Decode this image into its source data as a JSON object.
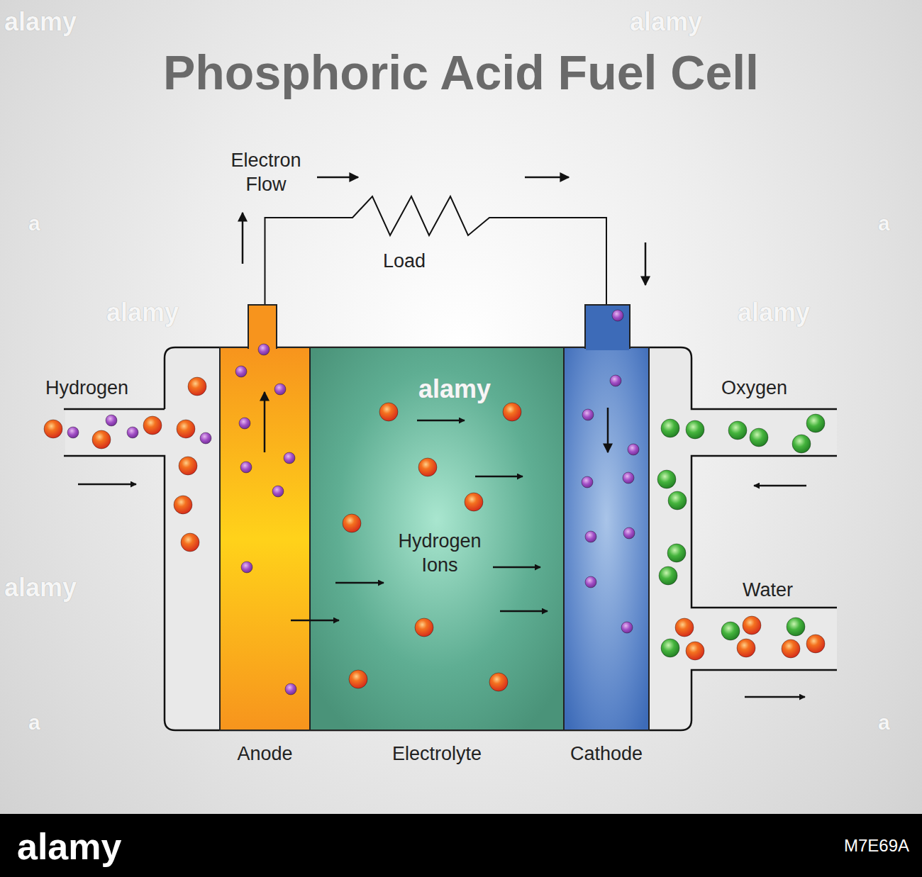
{
  "diagram": {
    "title": "Phosphoric Acid Fuel Cell",
    "nodes": [
      {
        "text": [
          "Anode"
        ]
      },
      {
        "text": [
          "Hydrogen Ions",
          "Electrolyte"
        ]
      },
      {
        "text": [
          "Cathode"
        ]
      }
    ],
    "edges": [
      {
        "from": 0,
        "to": 2,
        "arrow": "none"
      }
    ],
    "labels": [
      "Electron Flow",
      "Load",
      "Hydrogen",
      "Oxygen",
      "Water",
      "alamy",
      "alamy",
      "alamy",
      "alamy",
      "alamy",
      "alamy",
      "a",
      "a",
      "a",
      "a",
      "alamy",
      "M7E69A"
    ]
  }
}
